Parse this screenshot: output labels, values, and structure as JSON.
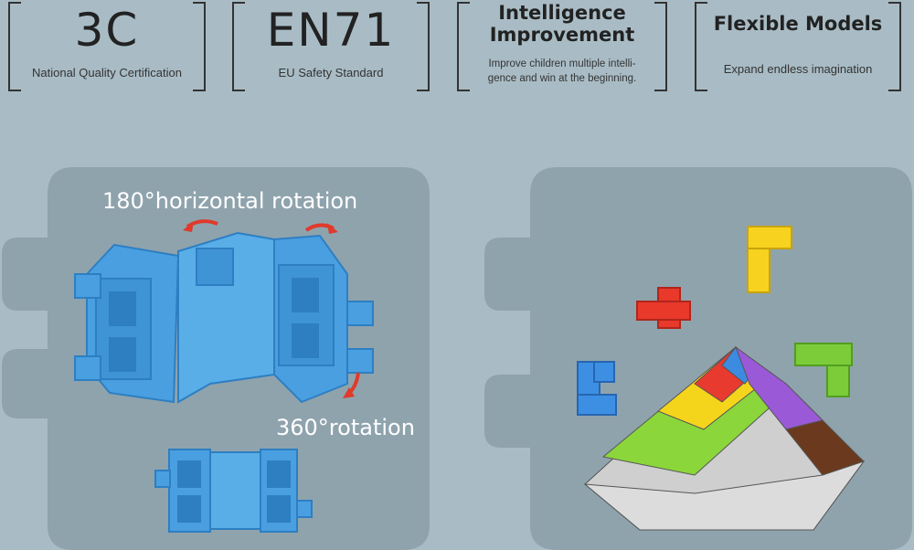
{
  "features": [
    {
      "title": "3C",
      "subtitle": "National Quality Certification"
    },
    {
      "title": "EN71",
      "subtitle": "EU Safety Standard"
    },
    {
      "title_line1": "Intelligence",
      "title_line2": "Improvement",
      "desc_line1": "Improve children multiple intelli-",
      "desc_line2": "gence and win at the beginning."
    },
    {
      "title": "Flexible Models",
      "subtitle": "Expand endless imagination"
    }
  ],
  "left_panel": {
    "caption_top": "180°horizontal rotation",
    "caption_bottom": "360°rotation"
  },
  "colors": {
    "background": "#a9bcc5",
    "panel": "#8fa3ad",
    "block_blue": "#4a9fe0",
    "arrow_red": "#e03a2a"
  }
}
